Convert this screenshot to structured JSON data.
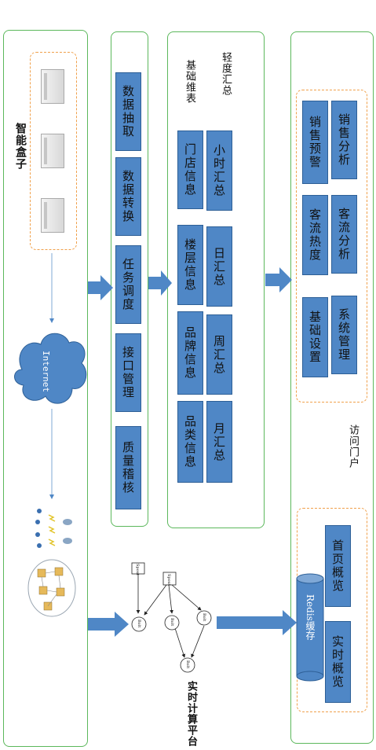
{
  "smart_box": {
    "title": "智能盒子"
  },
  "network": {
    "internet": "Internet"
  },
  "etl": {
    "items": [
      "数据抽取",
      "数据转换",
      "任务调度",
      "接口管理",
      "质量稽核"
    ]
  },
  "summary": {
    "light_title": "轻度汇总",
    "base_title": "基础维表",
    "time_items": [
      "小时汇总",
      "日汇总",
      "周汇总",
      "月汇总"
    ],
    "dim_items": [
      "门店信息",
      "楼层信息",
      "品牌信息",
      "品类信息"
    ]
  },
  "portal": {
    "title": "访问门户",
    "items": [
      "销售分析",
      "销售预警",
      "客流分析",
      "客流热度",
      "系统管理",
      "基础设置"
    ],
    "realtime_items": [
      "首页概览",
      "实时概览"
    ],
    "cache": "Redis缓存"
  },
  "realtime": {
    "title": "实时计算平台",
    "spout": "Spout",
    "bolt": "Bolt"
  },
  "colors": {
    "panel_border": "#5cb85c",
    "dashed_border": "#f0a04b",
    "box_fill": "#4f87c6",
    "arrow": "#4f87c6"
  }
}
